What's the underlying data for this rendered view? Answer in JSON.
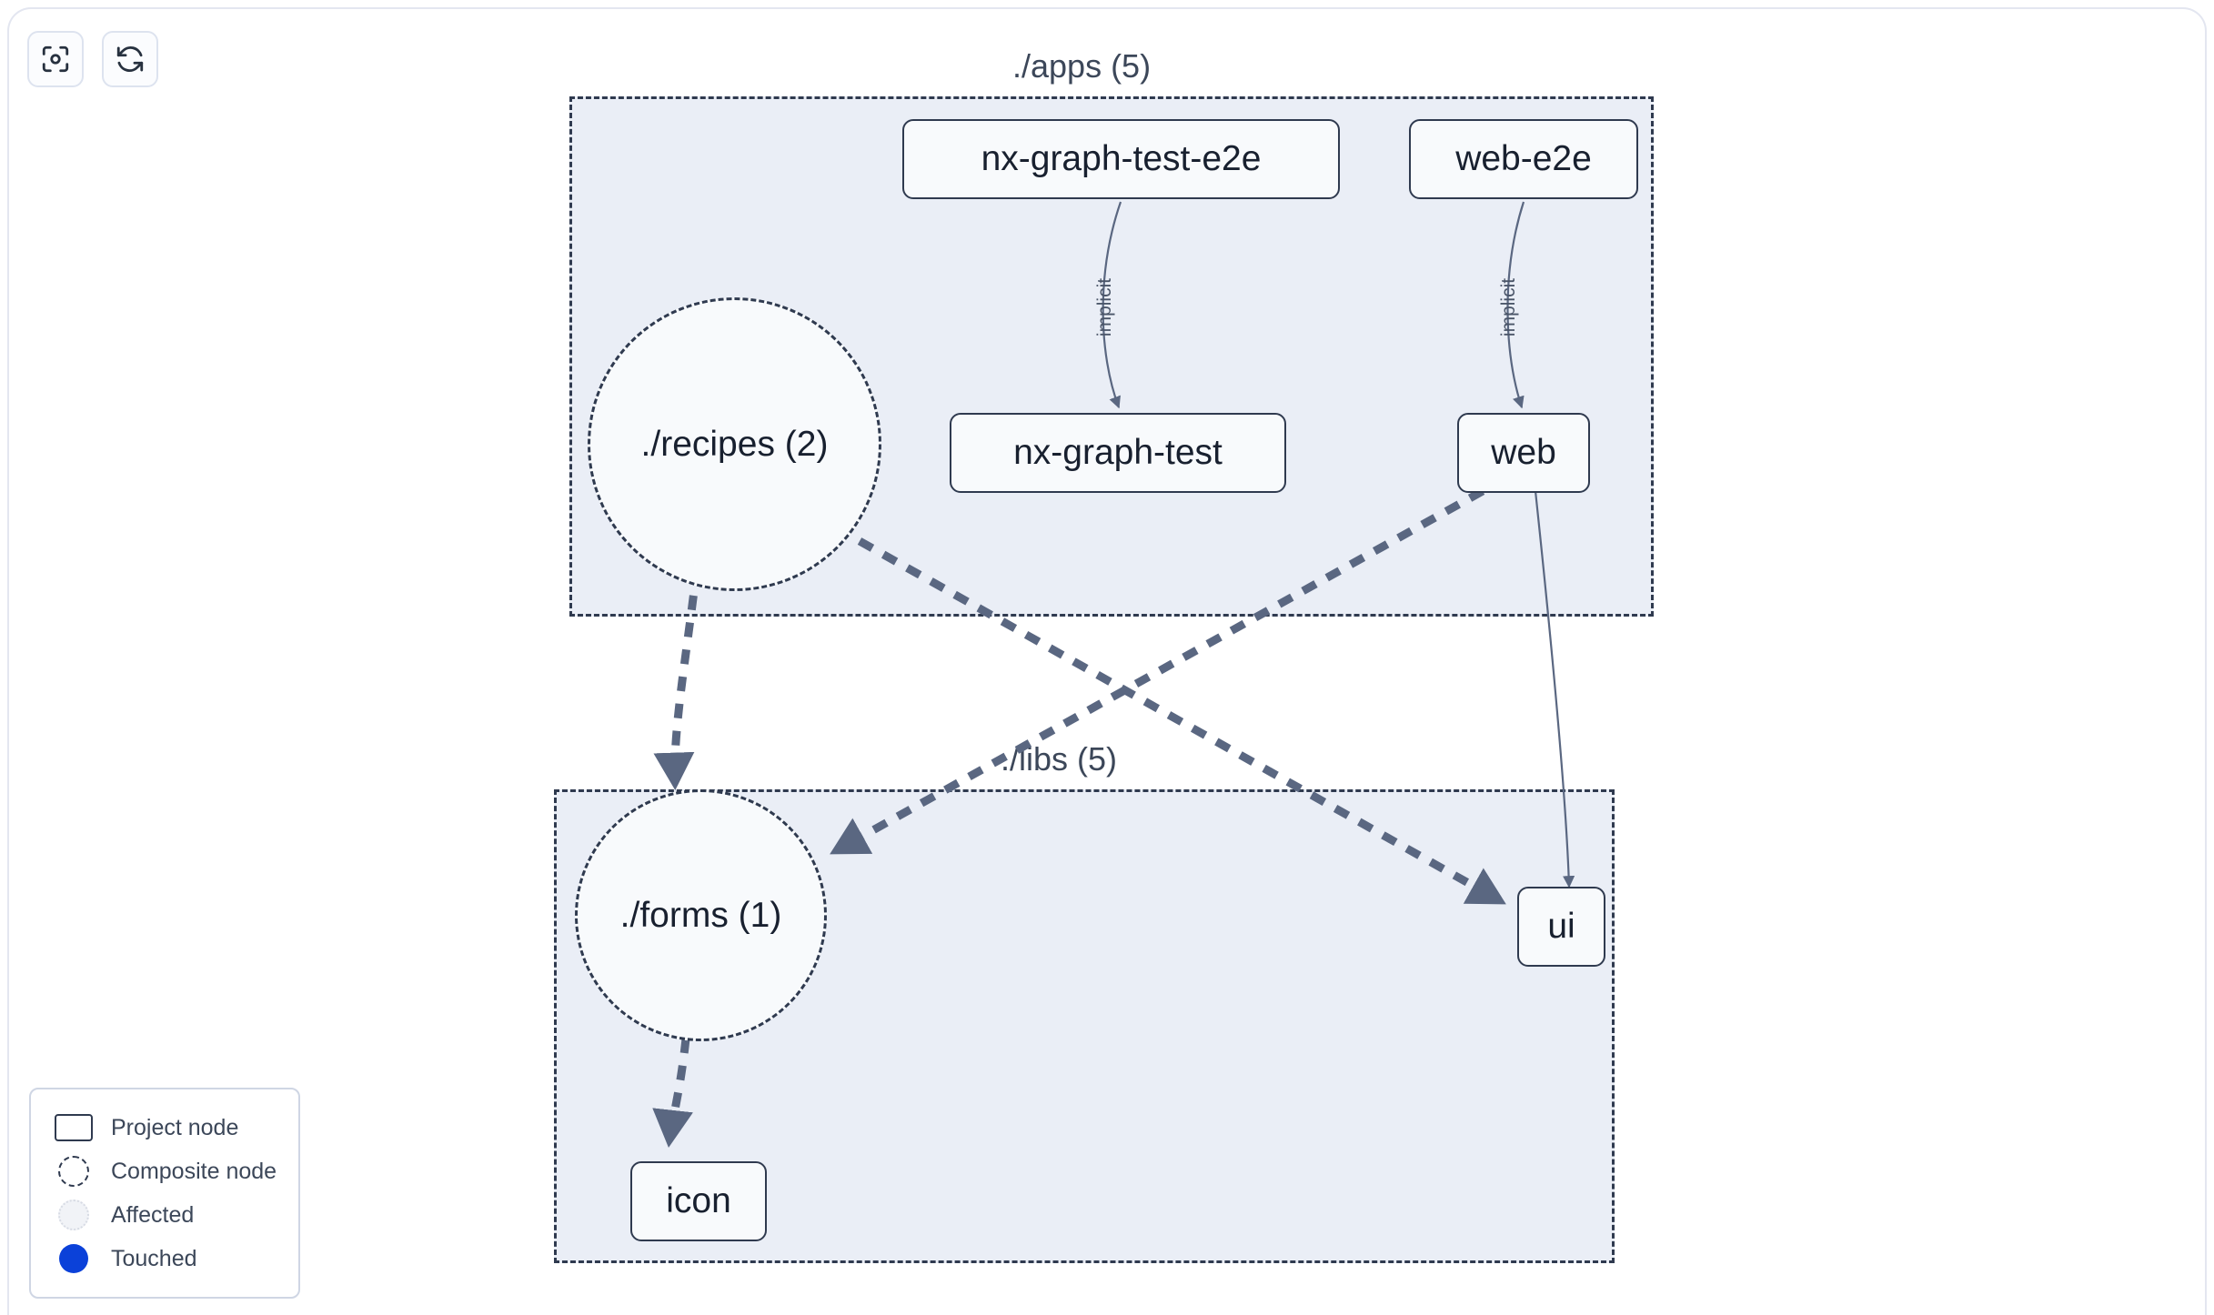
{
  "toolbar": {
    "buttons": [
      {
        "name": "focus-graph-button",
        "icon": "focus-target-icon",
        "label": "Focus graph"
      },
      {
        "name": "refresh-graph-button",
        "icon": "refresh-icon",
        "label": "Refresh graph"
      }
    ]
  },
  "graph": {
    "groups": [
      {
        "id": "apps",
        "label": "./apps (5)"
      },
      {
        "id": "libs",
        "label": "./libs (5)"
      }
    ],
    "nodes": [
      {
        "id": "nx-graph-test-e2e",
        "label": "nx-graph-test-e2e",
        "type": "project",
        "group": "apps"
      },
      {
        "id": "web-e2e",
        "label": "web-e2e",
        "type": "project",
        "group": "apps"
      },
      {
        "id": "recipes",
        "label": "./recipes (2)",
        "type": "composite",
        "group": "apps"
      },
      {
        "id": "nx-graph-test",
        "label": "nx-graph-test",
        "type": "project",
        "group": "apps"
      },
      {
        "id": "web",
        "label": "web",
        "type": "project",
        "group": "apps"
      },
      {
        "id": "forms",
        "label": "./forms (1)",
        "type": "composite",
        "group": "libs"
      },
      {
        "id": "ui",
        "label": "ui",
        "type": "project",
        "group": "libs"
      },
      {
        "id": "icon",
        "label": "icon",
        "type": "project",
        "group": "libs"
      }
    ],
    "edges": [
      {
        "from": "nx-graph-test-e2e",
        "to": "nx-graph-test",
        "label": "implicit",
        "style": "solid"
      },
      {
        "from": "web-e2e",
        "to": "web",
        "label": "implicit",
        "style": "solid"
      },
      {
        "from": "recipes",
        "to": "forms",
        "label": "",
        "style": "dashed"
      },
      {
        "from": "recipes",
        "to": "ui",
        "label": "",
        "style": "dashed"
      },
      {
        "from": "web",
        "to": "forms",
        "label": "",
        "style": "dashed"
      },
      {
        "from": "web",
        "to": "ui",
        "label": "",
        "style": "solid"
      },
      {
        "from": "forms",
        "to": "icon",
        "label": "",
        "style": "dashed"
      }
    ]
  },
  "legend": {
    "items": [
      {
        "swatch": "project-node-swatch",
        "label": "Project node"
      },
      {
        "swatch": "composite-node-swatch",
        "label": "Composite node"
      },
      {
        "swatch": "affected-swatch",
        "label": "Affected"
      },
      {
        "swatch": "touched-swatch",
        "label": "Touched"
      }
    ]
  },
  "colors": {
    "node_border": "#2f3a4f",
    "node_fill": "#f8fafc",
    "group_fill": "#eaeef6",
    "edge": "#5a6781",
    "touched": "#0b41d9",
    "panel_border": "#e3e6f0"
  }
}
